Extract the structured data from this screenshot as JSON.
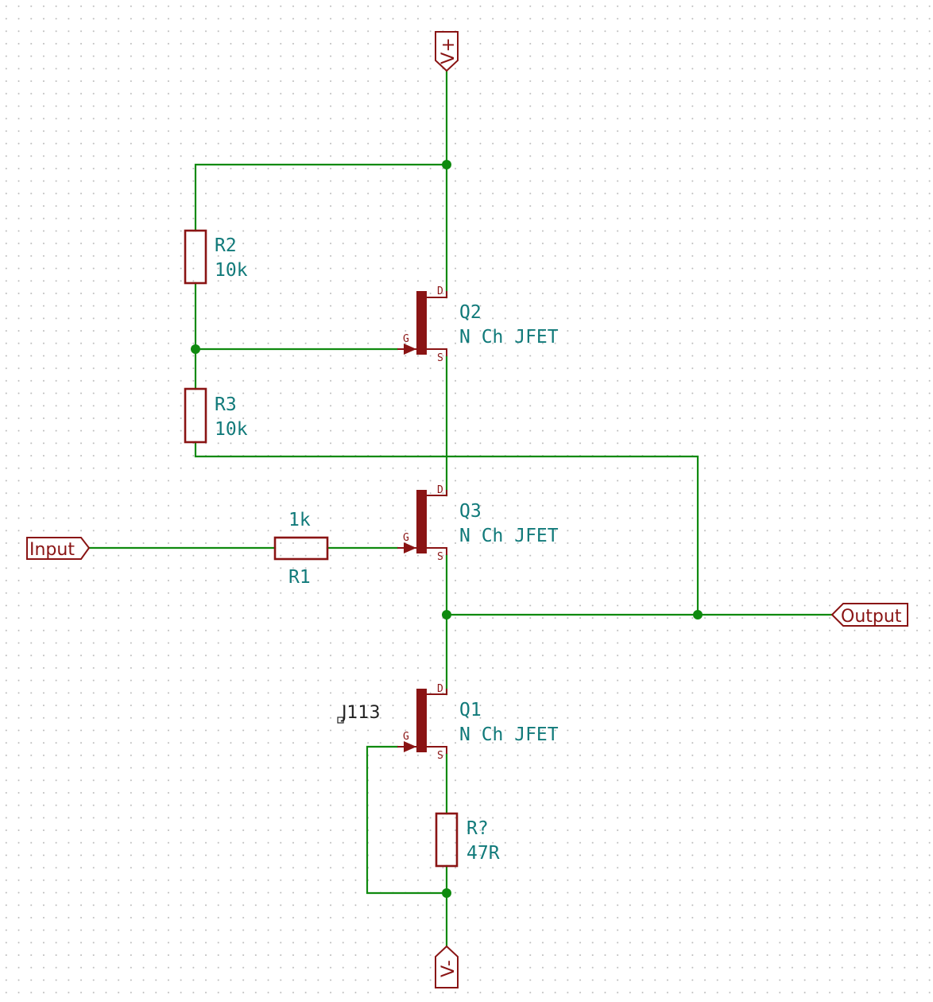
{
  "ports": {
    "vplus": "V+",
    "vminus": "V-",
    "input": "Input",
    "output": "Output"
  },
  "components": {
    "r2": {
      "ref": "R2",
      "value": "10k"
    },
    "r3": {
      "ref": "R3",
      "value": "10k"
    },
    "r1": {
      "ref": "R1",
      "value": "1k"
    },
    "rq": {
      "ref": "R?",
      "value": "47R"
    },
    "q2": {
      "ref": "Q2",
      "value": "N Ch JFET"
    },
    "q3": {
      "ref": "Q3",
      "value": "N Ch JFET"
    },
    "q1": {
      "ref": "Q1",
      "value": "N Ch JFET",
      "part": "J113"
    }
  },
  "pins": {
    "drain": "D",
    "gate": "G",
    "source": "S"
  },
  "colors": {
    "wire": "#0f8a0f",
    "component": "#8a1414",
    "label": "#117a7a",
    "grid_dot": "#b8b8b8"
  }
}
